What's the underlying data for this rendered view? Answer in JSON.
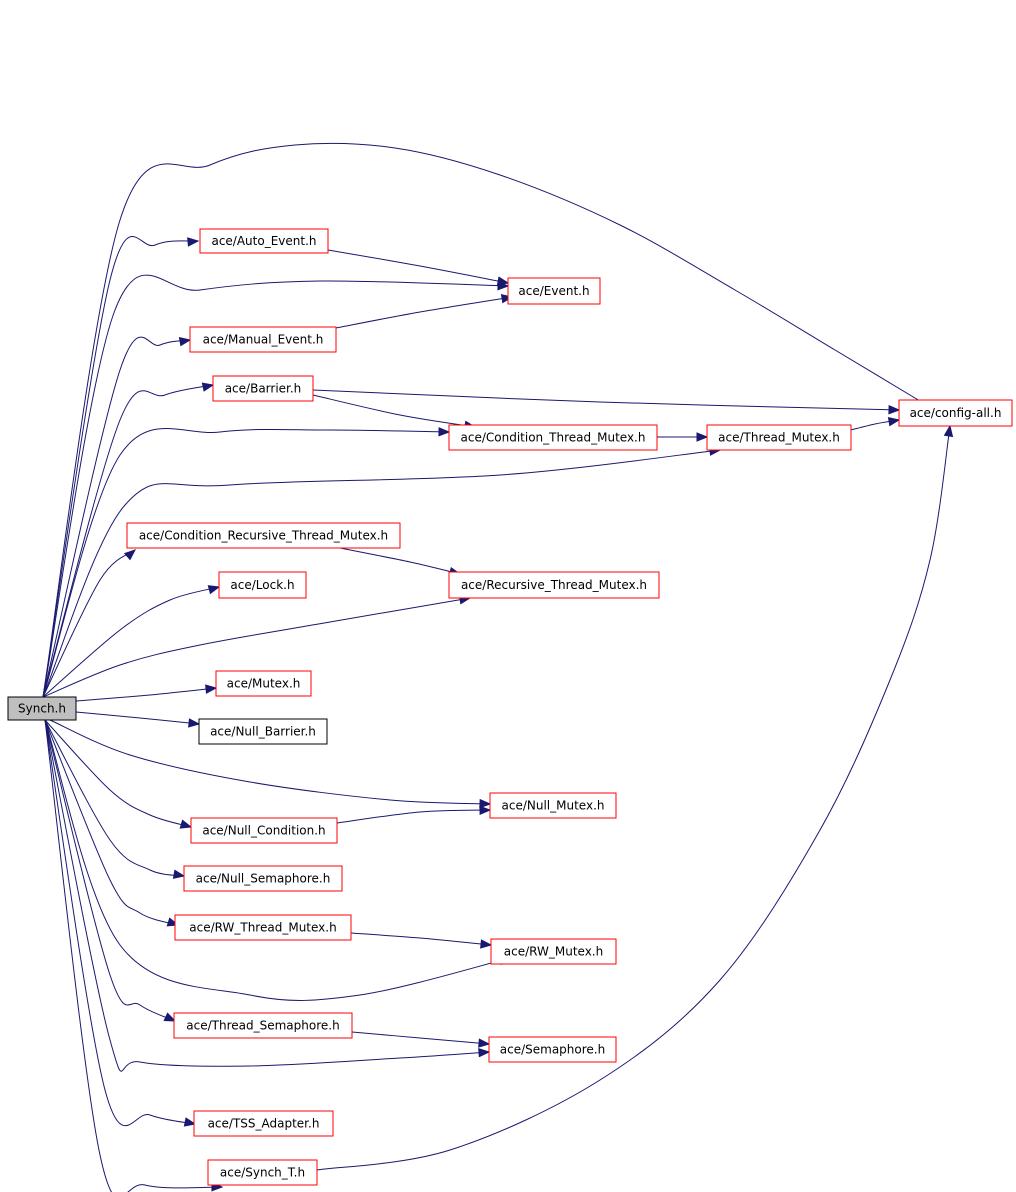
{
  "nodes": {
    "synch_h": "Synch.h",
    "auto_event_h": "ace/Auto_Event.h",
    "event_h": "ace/Event.h",
    "manual_event_h": "ace/Manual_Event.h",
    "barrier_h": "ace/Barrier.h",
    "config_all_h": "ace/config-all.h",
    "condition_thread_mutex_h": "ace/Condition_Thread_Mutex.h",
    "thread_mutex_h": "ace/Thread_Mutex.h",
    "condition_recursive_thread_mutex_h": "ace/Condition_Recursive_Thread_Mutex.h",
    "recursive_thread_mutex_h": "ace/Recursive_Thread_Mutex.h",
    "lock_h": "ace/Lock.h",
    "mutex_h": "ace/Mutex.h",
    "null_barrier_h": "ace/Null_Barrier.h",
    "null_mutex_h": "ace/Null_Mutex.h",
    "null_condition_h": "ace/Null_Condition.h",
    "null_semaphore_h": "ace/Null_Semaphore.h",
    "rw_thread_mutex_h": "ace/RW_Thread_Mutex.h",
    "rw_mutex_h": "ace/RW_Mutex.h",
    "thread_semaphore_h": "ace/Thread_Semaphore.h",
    "semaphore_h": "ace/Semaphore.h",
    "tss_adapter_h": "ace/TSS_Adapter.h",
    "synch_t_h": "ace/Synch_T.h"
  },
  "edges": [
    [
      "synch_h",
      "config_all_h"
    ],
    [
      "synch_h",
      "auto_event_h"
    ],
    [
      "synch_h",
      "event_h"
    ],
    [
      "synch_h",
      "manual_event_h"
    ],
    [
      "synch_h",
      "barrier_h"
    ],
    [
      "synch_h",
      "condition_thread_mutex_h"
    ],
    [
      "synch_h",
      "thread_mutex_h"
    ],
    [
      "synch_h",
      "condition_recursive_thread_mutex_h"
    ],
    [
      "synch_h",
      "lock_h"
    ],
    [
      "synch_h",
      "recursive_thread_mutex_h"
    ],
    [
      "synch_h",
      "mutex_h"
    ],
    [
      "synch_h",
      "null_barrier_h"
    ],
    [
      "synch_h",
      "null_mutex_h"
    ],
    [
      "synch_h",
      "null_condition_h"
    ],
    [
      "synch_h",
      "null_semaphore_h"
    ],
    [
      "synch_h",
      "rw_thread_mutex_h"
    ],
    [
      "synch_h",
      "rw_mutex_h"
    ],
    [
      "synch_h",
      "thread_semaphore_h"
    ],
    [
      "synch_h",
      "semaphore_h"
    ],
    [
      "synch_h",
      "tss_adapter_h"
    ],
    [
      "synch_h",
      "synch_t_h"
    ],
    [
      "auto_event_h",
      "event_h"
    ],
    [
      "manual_event_h",
      "event_h"
    ],
    [
      "barrier_h",
      "config_all_h"
    ],
    [
      "barrier_h",
      "condition_thread_mutex_h"
    ],
    [
      "condition_thread_mutex_h",
      "thread_mutex_h"
    ],
    [
      "thread_mutex_h",
      "config_all_h"
    ],
    [
      "condition_recursive_thread_mutex_h",
      "recursive_thread_mutex_h"
    ],
    [
      "null_condition_h",
      "null_mutex_h"
    ],
    [
      "rw_thread_mutex_h",
      "rw_mutex_h"
    ],
    [
      "thread_semaphore_h",
      "semaphore_h"
    ],
    [
      "synch_t_h",
      "config_all_h"
    ]
  ],
  "colors": {
    "edge": "#191970",
    "linked_border": "#ff0000",
    "plain_border": "#000000",
    "root_fill": "#bfbfbf"
  }
}
